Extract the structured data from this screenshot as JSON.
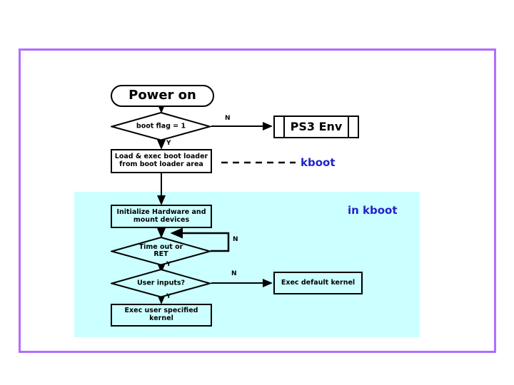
{
  "slide": {
    "background_color": "#ffffff",
    "frame_color": "#b36cfb",
    "region_color": "#ccffff",
    "accent_text_color": "#2222cc"
  },
  "diagram": {
    "title_node": {
      "label": "Power on",
      "shape": "terminator"
    },
    "nodes": [
      {
        "id": "boot-flag",
        "label": "boot flag = 1",
        "shape": "decision"
      },
      {
        "id": "load-boot-loader",
        "label": "Load & exec boot loader\nfrom boot loader area",
        "shape": "process"
      },
      {
        "id": "ps3-env",
        "label": "PS3 Env",
        "shape": "predefined-process"
      },
      {
        "id": "init-hardware",
        "label": "Initialize Hardware and\nmount devices",
        "shape": "process"
      },
      {
        "id": "timeout-ret",
        "label": "Time out or\nRET",
        "shape": "decision"
      },
      {
        "id": "user-inputs",
        "label": "User inputs?",
        "shape": "decision"
      },
      {
        "id": "exec-default-kernel",
        "label": "Exec default kernel",
        "shape": "process"
      },
      {
        "id": "exec-user-kernel",
        "label": "Exec user specified kernel",
        "shape": "process"
      }
    ],
    "node_lines": {
      "load_line1": "Load & exec boot loader",
      "load_line2": "from boot loader area",
      "init_line1": "Initialize Hardware and",
      "init_line2": "mount devices",
      "timeout_line1": "Time out or",
      "timeout_line2": "RET"
    },
    "branch_labels": {
      "boot_flag_no": "N",
      "boot_flag_yes": "Y",
      "timeout_no": "N",
      "timeout_yes": "Y",
      "user_inputs_no": "N",
      "user_inputs_yes": "Y"
    },
    "callouts": [
      {
        "id": "kboot-callout",
        "label": "kboot"
      },
      {
        "id": "in-kboot-callout",
        "label": "in kboot"
      }
    ],
    "callout_labels": {
      "kboot": "kboot",
      "in_kboot": "in kboot"
    }
  }
}
